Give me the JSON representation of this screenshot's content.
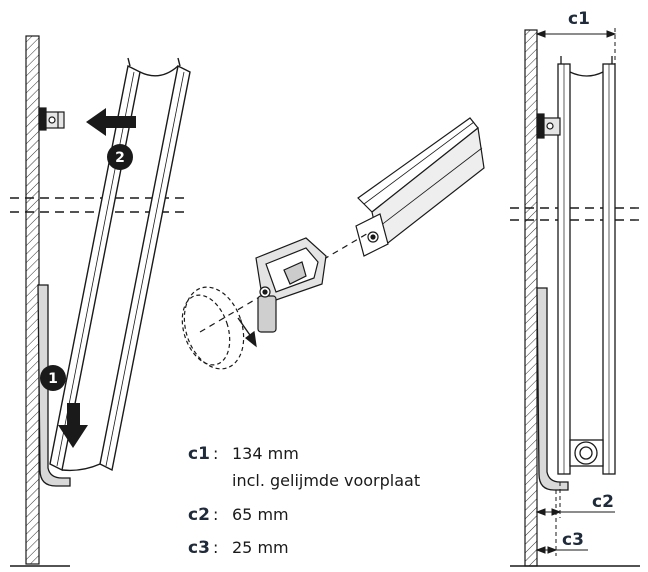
{
  "steps": {
    "step1": "1",
    "step2": "2"
  },
  "dimensions": {
    "c1_tag": "c1",
    "c2_tag": "c2",
    "c3_tag": "c3"
  },
  "legend": [
    {
      "key": "c1",
      "sep": ":",
      "value": "134 mm",
      "note": "incl. gelijmde voorplaat"
    },
    {
      "key": "c2",
      "sep": ":",
      "value": "65 mm",
      "note": ""
    },
    {
      "key": "c3",
      "sep": ":",
      "value": "25 mm",
      "note": ""
    }
  ],
  "colors": {
    "label_accent": "#1f2a3a",
    "line": "#1a1a1a",
    "rail_fill": "#d9d9d9"
  }
}
